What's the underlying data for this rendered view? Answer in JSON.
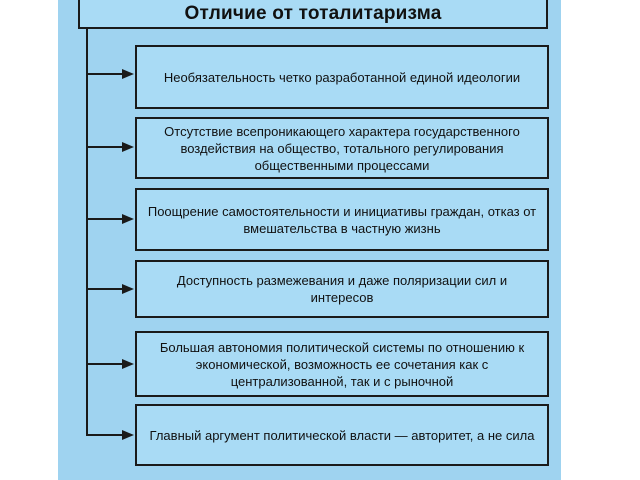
{
  "header": {
    "title": "Отличие от тоталитаризма"
  },
  "items": [
    {
      "text": "Необязательность четко разработанной единой идеологии"
    },
    {
      "text": "Отсутствие всепроникающего характера государственного воздействия на общество, тотального регулирования общественными процессами"
    },
    {
      "text": "Поощрение самостоятельности и инициативы граждан, отказ от вмешательства в частную жизнь"
    },
    {
      "text": "Доступность размежевания и даже поляризации сил и интересов"
    },
    {
      "text": "Большая автономия политической системы по отношению к экономической, возможность ее сочетания как с централизованной, так и с рыночной"
    },
    {
      "text": "Главный аргумент политической власти — авторитет, а не сила"
    }
  ],
  "colors": {
    "panel": "#9fd3f0",
    "box": "#a9dbf5",
    "line": "#1a1a1a"
  }
}
